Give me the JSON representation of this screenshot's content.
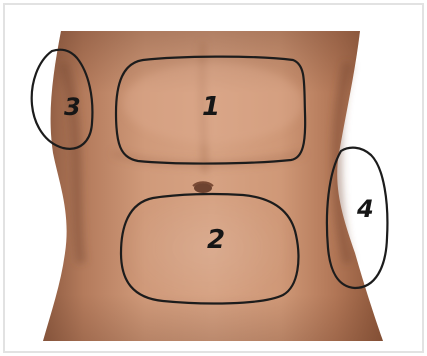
{
  "image": {
    "subject": "torso",
    "frame_color": "#e6e6e6",
    "skin_base_color": "#c88d6c",
    "skin_shadow_color": "#7a4a34",
    "outline_color": "#1c1c1c"
  },
  "zones": [
    {
      "number": "1"
    },
    {
      "number": "2"
    },
    {
      "number": "3"
    },
    {
      "number": "4"
    }
  ]
}
